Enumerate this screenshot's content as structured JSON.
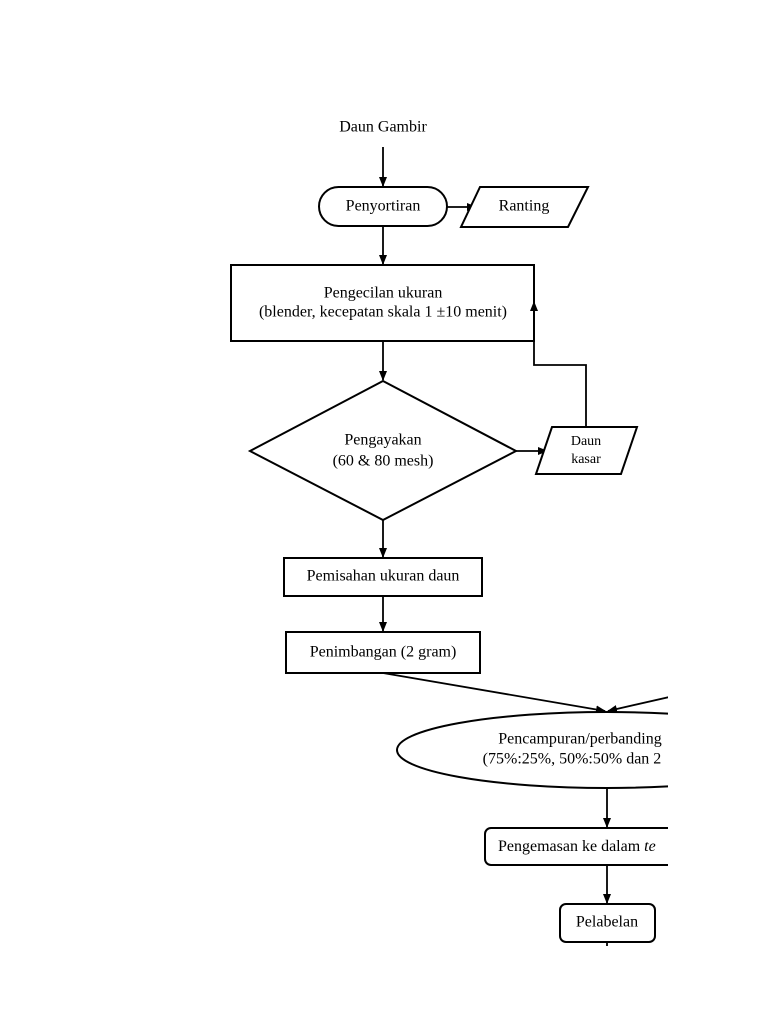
{
  "diagram": {
    "nodes": {
      "daun_gambir": {
        "label": "Daun Gambir"
      },
      "penyortiran": {
        "label": "Penyortiran"
      },
      "ranting": {
        "label": "Ranting"
      },
      "pengecilan": {
        "line1": "Pengecilan ukuran",
        "line2": "(blender, kecepatan skala 1 ±10 menit)"
      },
      "pengayakan": {
        "line1": "Pengayakan",
        "line2": "(60 & 80 mesh)"
      },
      "daun_kasar": {
        "line1": "Daun",
        "line2": "kasar"
      },
      "pemisahan": {
        "label": "Pemisahan ukuran daun"
      },
      "penimbangan": {
        "label": "Penimbangan (2 gram)"
      },
      "pencampuran": {
        "line1": "Pencampuran/perbanding",
        "line2": "(75%:25%, 50%:50% dan 2"
      },
      "pengemasan": {
        "label_plain": "Pengemasan ke dalam ",
        "label_italic": "te"
      },
      "pelabelan": {
        "label": "Pelabelan"
      }
    }
  }
}
